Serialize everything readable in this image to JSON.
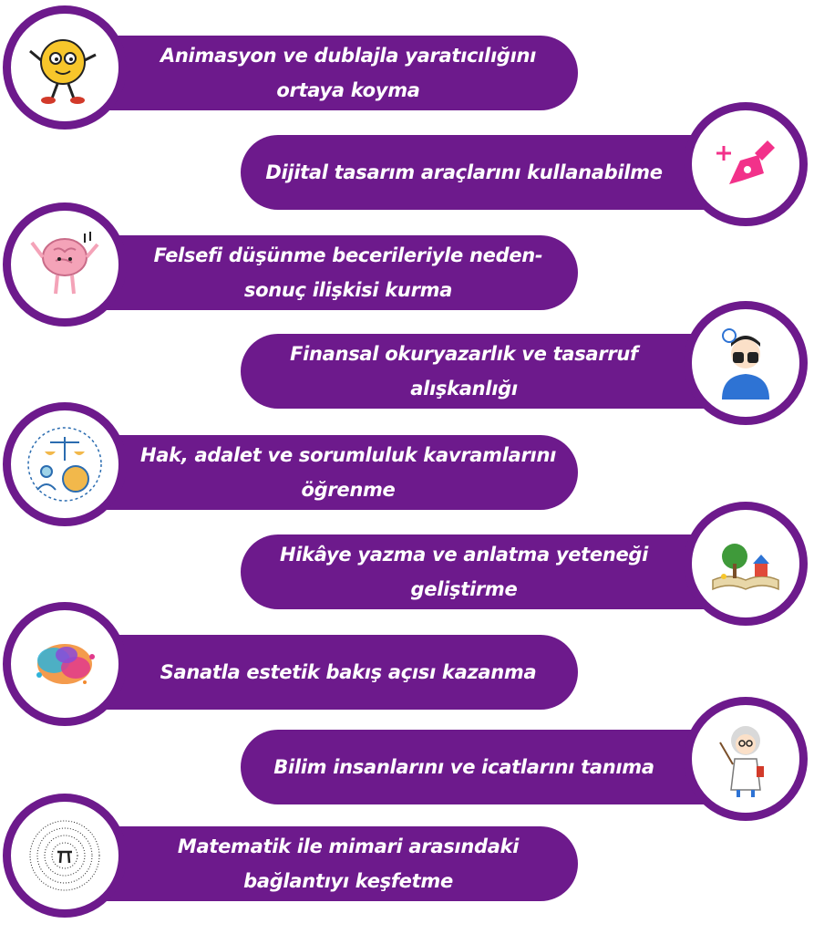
{
  "items": [
    {
      "text": "Animasyon ve dublajla yaratıcılığını ortaya koyma",
      "icon": "cartoon-character-icon"
    },
    {
      "text": "Dijital tasarım araçlarını kullanabilme",
      "icon": "pen-tool-icon"
    },
    {
      "text": "Felsefi düşünme becerileriyle neden-sonuç ilişkisi kurma",
      "icon": "brain-character-icon"
    },
    {
      "text": "Finansal okuryazarlık ve tasarruf alışkanlığı",
      "icon": "binoculars-person-icon"
    },
    {
      "text": "Hak, adalet ve sorumluluk kavramlarını öğrenme",
      "icon": "justice-scale-icon"
    },
    {
      "text": "Hikâye yazma ve anlatma yeteneği geliştirme",
      "icon": "storybook-icon"
    },
    {
      "text": "Sanatla estetik bakış açısı kazanma",
      "icon": "paint-splash-icon"
    },
    {
      "text": "Bilim insanlarını ve icatlarını tanıma",
      "icon": "scientist-icon"
    },
    {
      "text": "Matematik ile mimari arasındaki bağlantıyı keşfetme",
      "icon": "pi-spiral-icon"
    }
  ],
  "colors": {
    "accent": "#6d1a8c",
    "text": "#ffffff",
    "background": "#ffffff"
  }
}
